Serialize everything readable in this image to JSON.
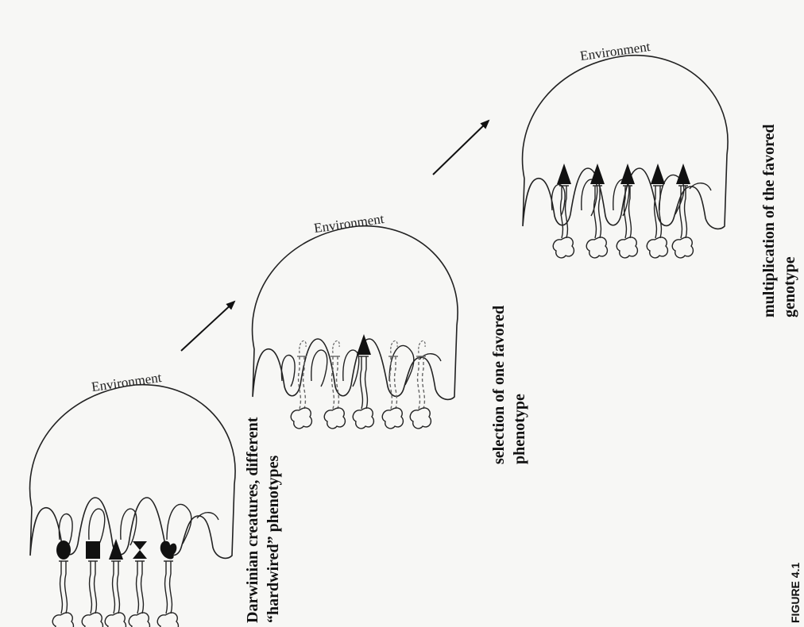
{
  "panels": [
    {
      "environment_label": "Environment",
      "caption_lines": [
        "Darwinian creatures, different",
        "“hardwired” phenotypes"
      ],
      "creatures": [
        {
          "shape": "oval",
          "state": "solid"
        },
        {
          "shape": "square",
          "state": "solid"
        },
        {
          "shape": "triangle",
          "state": "solid"
        },
        {
          "shape": "hourglass",
          "state": "solid"
        },
        {
          "shape": "blob",
          "state": "solid"
        }
      ]
    },
    {
      "environment_label": "Environment",
      "caption_lines": [
        "selection of one favored",
        "phenotype"
      ],
      "creatures": [
        {
          "shape": "none",
          "state": "dashed"
        },
        {
          "shape": "none",
          "state": "dashed"
        },
        {
          "shape": "triangle",
          "state": "solid"
        },
        {
          "shape": "none",
          "state": "dashed"
        },
        {
          "shape": "none",
          "state": "dashed"
        }
      ]
    },
    {
      "environment_label": "Environment",
      "caption_lines": [
        "multiplication of the favored",
        "genotype"
      ],
      "creatures": [
        {
          "shape": "triangle",
          "state": "solid"
        },
        {
          "shape": "triangle",
          "state": "solid"
        },
        {
          "shape": "triangle",
          "state": "solid"
        },
        {
          "shape": "triangle",
          "state": "solid"
        },
        {
          "shape": "triangle",
          "state": "solid"
        }
      ]
    }
  ],
  "arrows": [
    {
      "from": 1,
      "to": 2
    },
    {
      "from": 2,
      "to": 3
    }
  ],
  "figure_label": "FIGURE 4.1"
}
